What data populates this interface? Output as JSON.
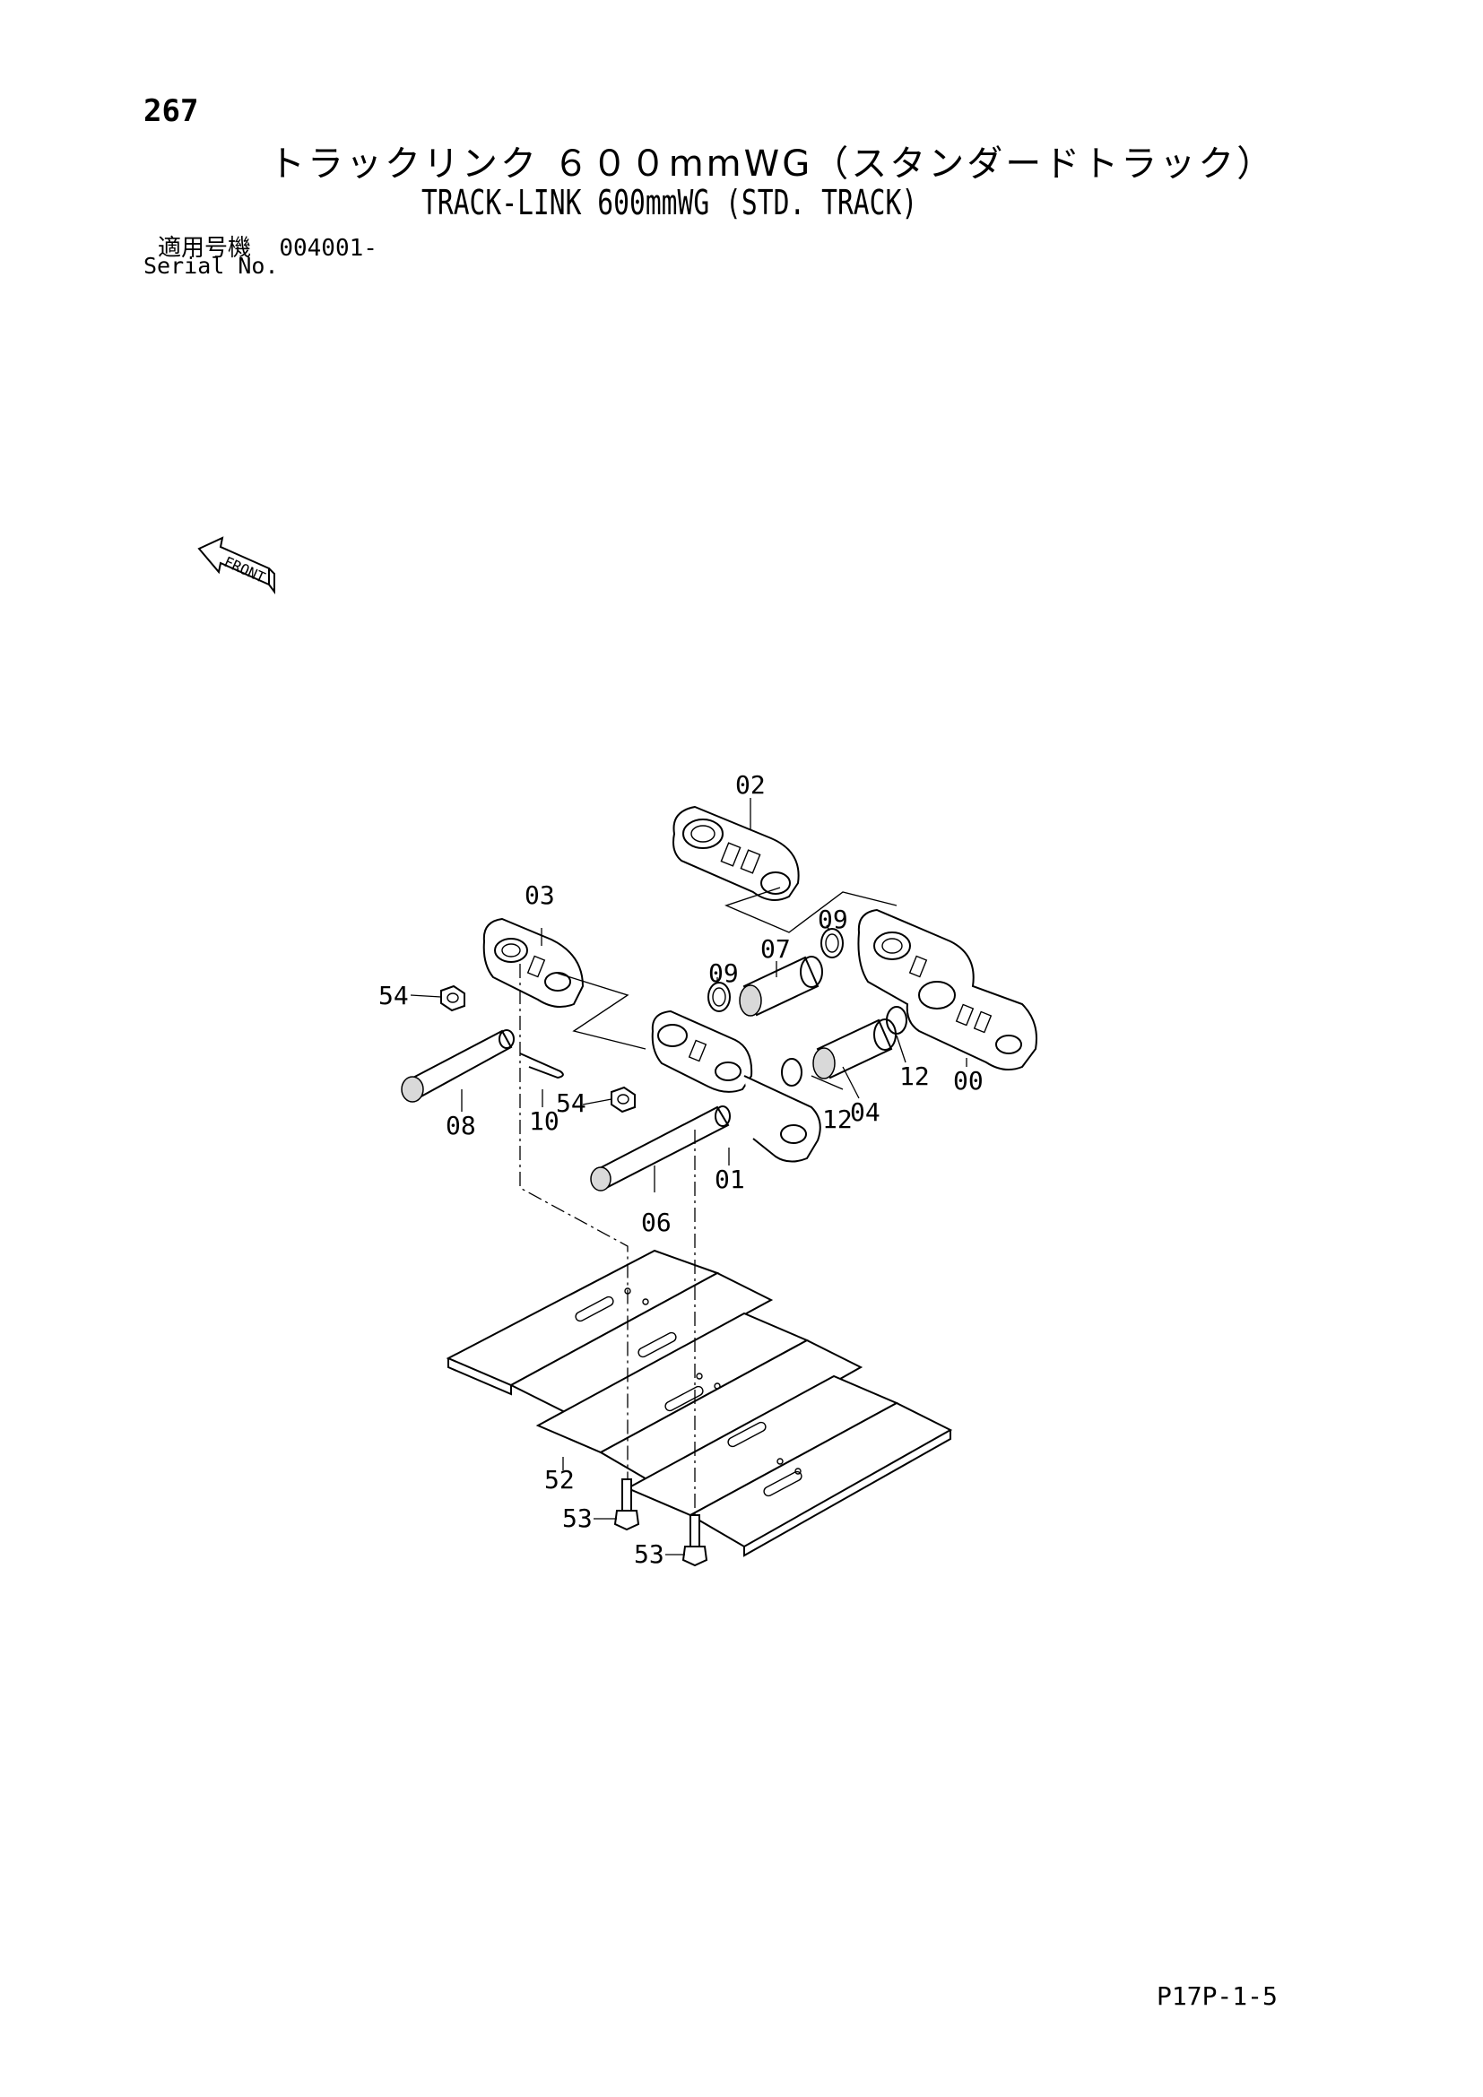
{
  "header": {
    "page_number": "267",
    "title_jp": "トラックリンク ６００mmWG（スタンダードトラック）",
    "title_en": "TRACK-LINK 600mmWG (STD. TRACK)",
    "serial_label_jp": "適用号機",
    "serial_value": "004001-",
    "serial_label_en": "Serial No."
  },
  "diagram": {
    "direction_label": "FRONT",
    "callouts": [
      "02",
      "03",
      "07",
      "09",
      "09",
      "54",
      "12",
      "00",
      "08",
      "10",
      "54",
      "12",
      "04",
      "01",
      "06",
      "52",
      "53",
      "53"
    ]
  },
  "footer": {
    "figure_code": "P17P-1-5"
  }
}
